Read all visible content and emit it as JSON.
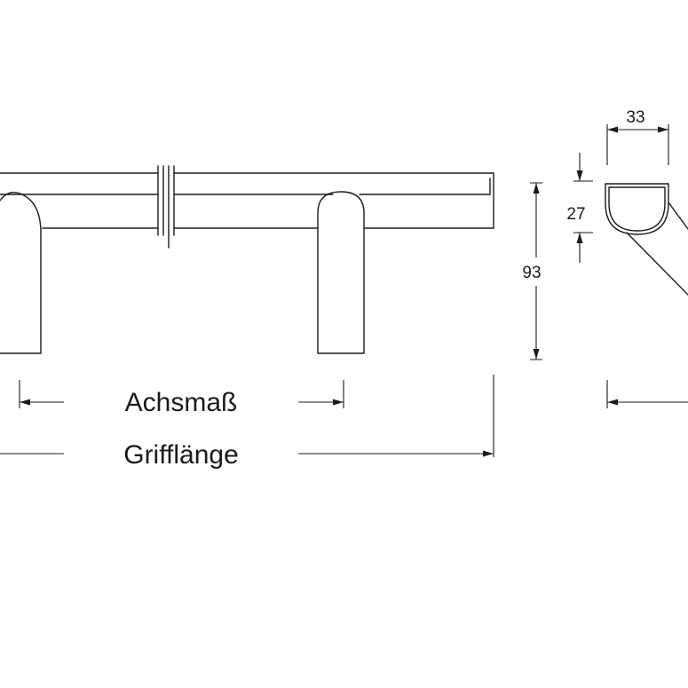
{
  "labels": {
    "center_distance": "Achsmaß",
    "handle_length": "Grifflänge"
  },
  "dimensions": {
    "width": "33",
    "bar_height": "27",
    "total_height": "93"
  }
}
